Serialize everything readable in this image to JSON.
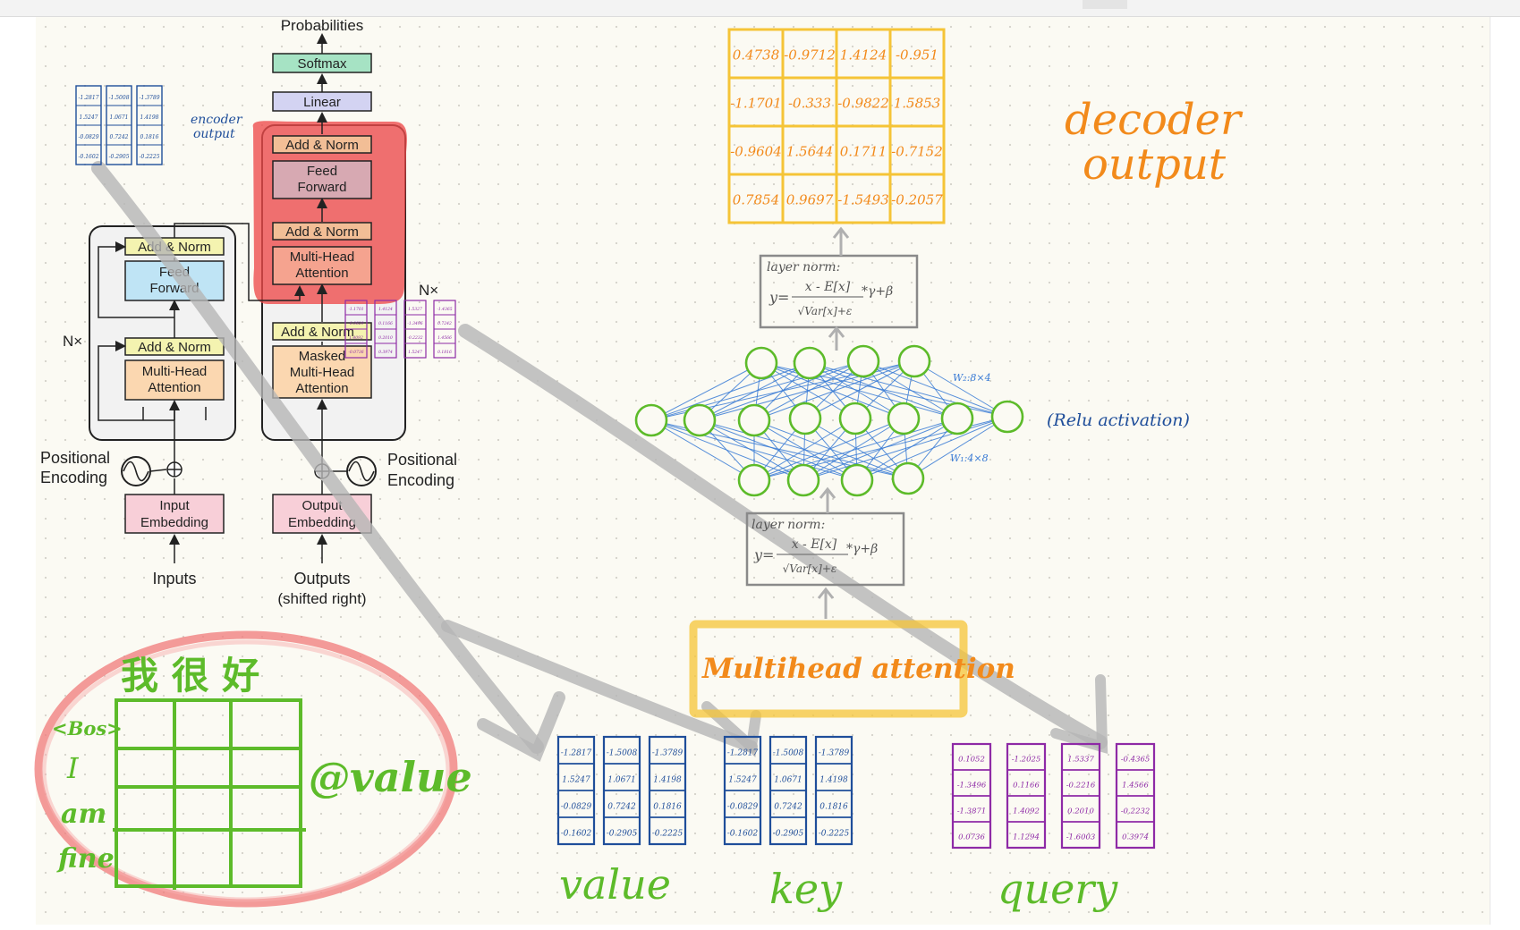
{
  "transformer": {
    "probabilities": "Probabilities",
    "softmax": "Softmax",
    "linear": "Linear",
    "enc_add_norm_1": "Add & Norm",
    "enc_feed_forward_1": "Feed",
    "enc_feed_forward_2": "Forward",
    "enc_add_norm_2": "Add & Norm",
    "enc_mha_1": "Multi-Head",
    "enc_mha_2": "Attention",
    "dec_add_norm_top": "Add & Norm",
    "dec_ff_1": "Feed",
    "dec_ff_2": "Forward",
    "dec_add_norm_mid": "Add & Norm",
    "dec_mha_1": "Multi-Head",
    "dec_mha_2": "Attention",
    "dec_add_norm_low": "Add & Norm",
    "dec_masked_1": "Masked",
    "dec_masked_2": "Multi-Head",
    "dec_masked_3": "Attention",
    "nx_left": "N×",
    "nx_right": "N×",
    "pos_enc_left_1": "Positional",
    "pos_enc_left_2": "Encoding",
    "pos_enc_right_1": "Positional",
    "pos_enc_right_2": "Encoding",
    "input_emb_1": "Input",
    "input_emb_2": "Embedding",
    "output_emb_1": "Output",
    "output_emb_2": "Embedding",
    "inputs": "Inputs",
    "outputs_1": "Outputs",
    "outputs_2": "(shifted right)"
  },
  "notes": {
    "encoder_output_1": "encoder",
    "encoder_output_2": "output",
    "decoder_output_1": "decoder",
    "decoder_output_2": "output",
    "layer_norm_top": "layer norm:",
    "layer_norm_bottom": "layer norm:",
    "formula_y": "y=",
    "formula_num": "x - E[x]",
    "formula_den": "√Var[x]+ε",
    "formula_tail": "*γ+β",
    "relu": "(Relu activation)",
    "w2": "W₂:8×4",
    "w1": "W₁:4×8",
    "multihead": "Multihead attention",
    "value": "value",
    "key": "key",
    "query": "query",
    "cn_title": "我 很 好",
    "bos": "<Bos>",
    "row_i": "I",
    "row_am": "am",
    "row_fine": "fine",
    "at_value": "@value"
  },
  "decoder_output_matrix": [
    [
      "0.4738",
      "-0.9712",
      "1.4124",
      "-0.951"
    ],
    [
      "-1.1701",
      "-0.333",
      "-0.9822",
      "1.5853"
    ],
    [
      "-0.9604",
      "1.5644",
      "0.1711",
      "-0.7152"
    ],
    [
      "0.7854",
      "0.9697",
      "-1.5493",
      "-0.2057"
    ]
  ],
  "encoder_output_matrix": [
    [
      "-1.2817",
      "-1.5008",
      "-1.3789"
    ],
    [
      "1.5247",
      "1.0671",
      "1.4198"
    ],
    [
      "-0.0829",
      "0.7242",
      "0.1816"
    ],
    [
      "-0.1602",
      "-0.2905",
      "-0.2225"
    ]
  ],
  "value_matrix": [
    [
      "-1.2817",
      "-1.5008",
      "-1.3789"
    ],
    [
      "1.5247",
      "1.0671",
      "1.4198"
    ],
    [
      "-0.0829",
      "0.7242",
      "0.1816"
    ],
    [
      "-0.1602",
      "-0.2905",
      "-0.2225"
    ]
  ],
  "key_matrix": [
    [
      "-1.2817",
      "-1.5008",
      "-1.3789"
    ],
    [
      "1.5247",
      "1.0671",
      "1.4198"
    ],
    [
      "-0.0829",
      "0.7242",
      "0.1816"
    ],
    [
      "-0.1602",
      "-0.2905",
      "-0.2225"
    ]
  ],
  "query_matrix": [
    [
      "0.1052",
      "-1.2025",
      "1.5337",
      "-0.4365"
    ],
    [
      "-1.3496",
      "0.1166",
      "-0.2216",
      "1.4566"
    ],
    [
      "-1.3871",
      "1.4092",
      "0.2010",
      "-0.2232"
    ],
    [
      "0.0736",
      "1.1294",
      "-1.6003",
      "0.3974"
    ]
  ],
  "mini_matrix": [
    [
      "-1.1701",
      "1.4124",
      "1.5327",
      "-1.4365"
    ],
    [
      "-0.0829",
      "0.1166",
      "-1.3496",
      "0.7242"
    ],
    [
      "1.4092",
      "0.2010",
      "-0.2232",
      "1.4566"
    ],
    [
      "-0.0736",
      "0.3974",
      "1.5247",
      "0.1816"
    ]
  ],
  "colors": {
    "orange_ink": "#f28a1b",
    "yellow_box": "#f5c437",
    "blue_ink": "#1f4e9a",
    "green_ink": "#5dbb2a",
    "purple_ink": "#8e2aa6",
    "red_highlight": "#ee4a4a"
  }
}
